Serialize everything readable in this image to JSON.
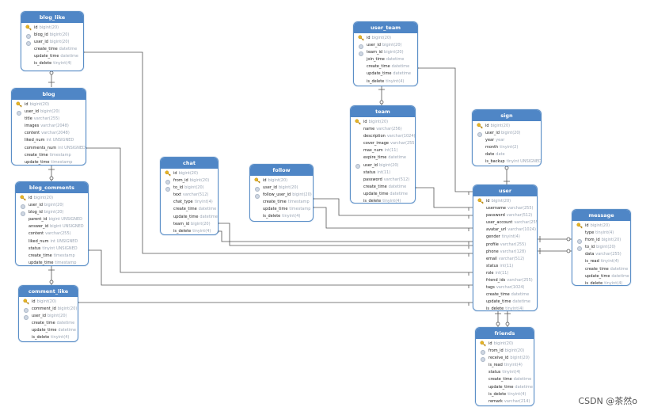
{
  "tables": [
    {
      "id": "blog_like",
      "name": "blog_like",
      "fields": [
        {
          "key": "pk",
          "name": "id",
          "type": "bigint(20)"
        },
        {
          "key": "fk",
          "name": "blog_id",
          "type": "bigint(20)"
        },
        {
          "key": "fk",
          "name": "user_id",
          "type": "bigint(20)"
        },
        {
          "key": "",
          "name": "create_time",
          "type": "datetime"
        },
        {
          "key": "",
          "name": "update_time",
          "type": "datetime"
        },
        {
          "key": "",
          "name": "is_delete",
          "type": "tinyint(4)"
        }
      ]
    },
    {
      "id": "blog",
      "name": "blog",
      "fields": [
        {
          "key": "pk",
          "name": "id",
          "type": "bigint(20)"
        },
        {
          "key": "fk",
          "name": "user_id",
          "type": "bigint(20)"
        },
        {
          "key": "",
          "name": "title",
          "type": "varchar(255)"
        },
        {
          "key": "",
          "name": "images",
          "type": "varchar(2048)"
        },
        {
          "key": "",
          "name": "content",
          "type": "varchar(2048)"
        },
        {
          "key": "",
          "name": "liked_num",
          "type": "int UNSIGNED"
        },
        {
          "key": "",
          "name": "comments_num",
          "type": "int UNSIGNED"
        },
        {
          "key": "",
          "name": "create_time",
          "type": "timestamp"
        },
        {
          "key": "",
          "name": "update_time",
          "type": "timestamp"
        }
      ]
    },
    {
      "id": "blog_comments",
      "name": "blog_comments",
      "fields": [
        {
          "key": "pk",
          "name": "id",
          "type": "bigint(20)"
        },
        {
          "key": "fk",
          "name": "user_id",
          "type": "bigint(20)"
        },
        {
          "key": "fk",
          "name": "blog_id",
          "type": "bigint(20)"
        },
        {
          "key": "",
          "name": "parent_id",
          "type": "bigint UNSIGNED"
        },
        {
          "key": "",
          "name": "answer_id",
          "type": "bigint UNSIGNED"
        },
        {
          "key": "",
          "name": "content",
          "type": "varchar(255)"
        },
        {
          "key": "",
          "name": "liked_num",
          "type": "int UNSIGNED"
        },
        {
          "key": "",
          "name": "status",
          "type": "tinyint UNSIGNED"
        },
        {
          "key": "",
          "name": "create_time",
          "type": "timestamp"
        },
        {
          "key": "",
          "name": "update_time",
          "type": "timestamp"
        }
      ]
    },
    {
      "id": "comment_like",
      "name": "comment_like",
      "fields": [
        {
          "key": "pk",
          "name": "id",
          "type": "bigint(20)"
        },
        {
          "key": "fk",
          "name": "comment_id",
          "type": "bigint(20)"
        },
        {
          "key": "fk",
          "name": "user_id",
          "type": "bigint(20)"
        },
        {
          "key": "",
          "name": "create_time",
          "type": "datetime"
        },
        {
          "key": "",
          "name": "update_time",
          "type": "datetime"
        },
        {
          "key": "",
          "name": "is_delete",
          "type": "tinyint(4)"
        }
      ]
    },
    {
      "id": "chat",
      "name": "chat",
      "fields": [
        {
          "key": "pk",
          "name": "id",
          "type": "bigint(20)"
        },
        {
          "key": "fk",
          "name": "from_id",
          "type": "bigint(20)"
        },
        {
          "key": "fk",
          "name": "to_id",
          "type": "bigint(20)"
        },
        {
          "key": "",
          "name": "text",
          "type": "varchar(512)"
        },
        {
          "key": "",
          "name": "chat_type",
          "type": "tinyint(4)"
        },
        {
          "key": "",
          "name": "create_time",
          "type": "datetime"
        },
        {
          "key": "",
          "name": "update_time",
          "type": "datetime"
        },
        {
          "key": "",
          "name": "team_id",
          "type": "bigint(20)"
        },
        {
          "key": "",
          "name": "is_delete",
          "type": "tinyint(4)"
        }
      ]
    },
    {
      "id": "follow",
      "name": "follow",
      "fields": [
        {
          "key": "pk",
          "name": "id",
          "type": "bigint(20)"
        },
        {
          "key": "fk",
          "name": "user_id",
          "type": "bigint(20)"
        },
        {
          "key": "fk",
          "name": "follow_user_id",
          "type": "bigint(20)"
        },
        {
          "key": "",
          "name": "create_time",
          "type": "timestamp"
        },
        {
          "key": "",
          "name": "update_time",
          "type": "timestamp"
        },
        {
          "key": "",
          "name": "is_delete",
          "type": "tinyint(4)"
        }
      ]
    },
    {
      "id": "user_team",
      "name": "user_team",
      "fields": [
        {
          "key": "pk",
          "name": "id",
          "type": "bigint(20)"
        },
        {
          "key": "fk",
          "name": "user_id",
          "type": "bigint(20)"
        },
        {
          "key": "fk",
          "name": "team_id",
          "type": "bigint(20)"
        },
        {
          "key": "",
          "name": "join_time",
          "type": "datetime"
        },
        {
          "key": "",
          "name": "create_time",
          "type": "datetime"
        },
        {
          "key": "",
          "name": "update_time",
          "type": "datetime"
        },
        {
          "key": "",
          "name": "is_delete",
          "type": "tinyint(4)"
        }
      ]
    },
    {
      "id": "team",
      "name": "team",
      "fields": [
        {
          "key": "pk",
          "name": "id",
          "type": "bigint(20)"
        },
        {
          "key": "",
          "name": "name",
          "type": "varchar(256)"
        },
        {
          "key": "",
          "name": "description",
          "type": "varchar(1024)"
        },
        {
          "key": "",
          "name": "cover_image",
          "type": "varchar(255)"
        },
        {
          "key": "",
          "name": "max_num",
          "type": "int(11)"
        },
        {
          "key": "",
          "name": "expire_time",
          "type": "datetime"
        },
        {
          "key": "fk",
          "name": "user_id",
          "type": "bigint(20)"
        },
        {
          "key": "",
          "name": "status",
          "type": "int(11)"
        },
        {
          "key": "",
          "name": "password",
          "type": "varchar(512)"
        },
        {
          "key": "",
          "name": "create_time",
          "type": "datetime"
        },
        {
          "key": "",
          "name": "update_time",
          "type": "datetime"
        },
        {
          "key": "",
          "name": "is_delete",
          "type": "tinyint(4)"
        }
      ]
    },
    {
      "id": "sign",
      "name": "sign",
      "fields": [
        {
          "key": "pk",
          "name": "id",
          "type": "bigint(20)"
        },
        {
          "key": "fk",
          "name": "user_id",
          "type": "bigint(20)"
        },
        {
          "key": "",
          "name": "year",
          "type": "year"
        },
        {
          "key": "",
          "name": "month",
          "type": "tinyint(2)"
        },
        {
          "key": "",
          "name": "date",
          "type": "date"
        },
        {
          "key": "",
          "name": "is_backup",
          "type": "tinyint UNSIGNED"
        }
      ]
    },
    {
      "id": "user",
      "name": "user",
      "fields": [
        {
          "key": "pk",
          "name": "id",
          "type": "bigint(20)"
        },
        {
          "key": "",
          "name": "username",
          "type": "varchar(255)"
        },
        {
          "key": "",
          "name": "password",
          "type": "varchar(512)"
        },
        {
          "key": "",
          "name": "user_account",
          "type": "varchar(255)"
        },
        {
          "key": "",
          "name": "avatar_url",
          "type": "varchar(1024)"
        },
        {
          "key": "",
          "name": "gender",
          "type": "tinyint(4)"
        },
        {
          "key": "",
          "name": "profile",
          "type": "varchar(255)"
        },
        {
          "key": "",
          "name": "phone",
          "type": "varchar(128)"
        },
        {
          "key": "",
          "name": "email",
          "type": "varchar(512)"
        },
        {
          "key": "",
          "name": "status",
          "type": "int(11)"
        },
        {
          "key": "",
          "name": "role",
          "type": "int(11)"
        },
        {
          "key": "",
          "name": "friend_ids",
          "type": "varchar(255)"
        },
        {
          "key": "",
          "name": "tags",
          "type": "varchar(1024)"
        },
        {
          "key": "",
          "name": "create_time",
          "type": "datetime"
        },
        {
          "key": "",
          "name": "update_time",
          "type": "datetime"
        },
        {
          "key": "",
          "name": "is_delete",
          "type": "tinyint(4)"
        }
      ]
    },
    {
      "id": "message",
      "name": "message",
      "fields": [
        {
          "key": "pk",
          "name": "id",
          "type": "bigint(20)"
        },
        {
          "key": "",
          "name": "type",
          "type": "tinyint(4)"
        },
        {
          "key": "fk",
          "name": "from_id",
          "type": "bigint(20)"
        },
        {
          "key": "fk",
          "name": "to_id",
          "type": "bigint(20)"
        },
        {
          "key": "",
          "name": "data",
          "type": "varchar(255)"
        },
        {
          "key": "",
          "name": "is_read",
          "type": "tinyint(4)"
        },
        {
          "key": "",
          "name": "create_time",
          "type": "datetime"
        },
        {
          "key": "",
          "name": "update_time",
          "type": "datetime"
        },
        {
          "key": "",
          "name": "is_delete",
          "type": "tinyint(4)"
        }
      ]
    },
    {
      "id": "friends",
      "name": "friends",
      "fields": [
        {
          "key": "pk",
          "name": "id",
          "type": "bigint(20)"
        },
        {
          "key": "fk",
          "name": "from_id",
          "type": "bigint(20)"
        },
        {
          "key": "fk",
          "name": "receive_id",
          "type": "bigint(20)"
        },
        {
          "key": "",
          "name": "is_read",
          "type": "tinyint(4)"
        },
        {
          "key": "",
          "name": "status",
          "type": "tinyint(4)"
        },
        {
          "key": "",
          "name": "create_time",
          "type": "datetime"
        },
        {
          "key": "",
          "name": "update_time",
          "type": "datetime"
        },
        {
          "key": "",
          "name": "is_delete",
          "type": "tinyint(4)"
        },
        {
          "key": "",
          "name": "remark",
          "type": "varchar(214)"
        }
      ]
    }
  ],
  "watermark": "CSDN @茶然o",
  "colors": {
    "header": "#4f86c6",
    "border": "#5b8fc7",
    "type_text": "#9aa5b4",
    "edge": "#555555"
  }
}
